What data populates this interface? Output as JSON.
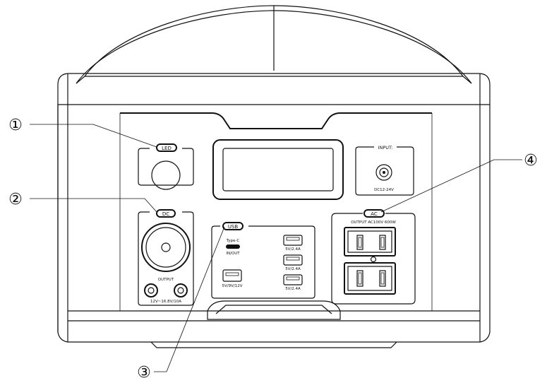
{
  "callouts": [
    {
      "number": "①"
    },
    {
      "number": "②"
    },
    {
      "number": "③"
    },
    {
      "number": "④"
    }
  ],
  "panel": {
    "led_button": "LED",
    "dc_button": "DC",
    "usb_button": "USB",
    "ac_button": "AC",
    "input_label": "INPUT:",
    "input_spec": "DC12-24V",
    "dc_output_label": "OUTPUT",
    "dc_output_spec": "12V~16.8V/10A",
    "typec_label_1": "Type-C",
    "typec_label_2": "IN/OUT",
    "usb_qc_spec": "5V/9V/12V",
    "usb_1_spec": "5V/2.4A",
    "usb_2_spec": "5V/2.4A",
    "usb_3_spec": "5V/2.4A",
    "ac_output_spec": "OUTPUT AC100V 600W"
  }
}
